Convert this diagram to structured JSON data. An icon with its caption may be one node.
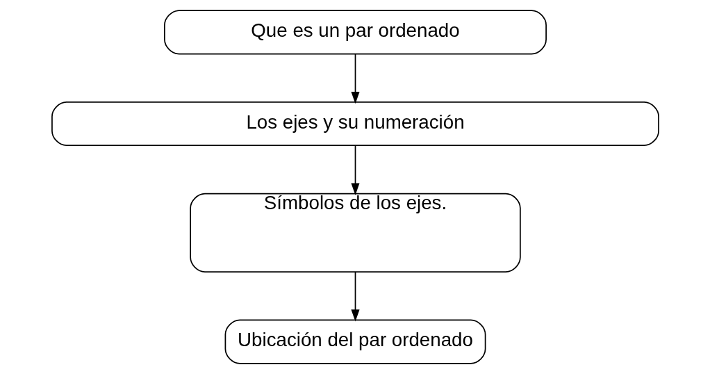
{
  "diagram": {
    "nodes": [
      {
        "text": [
          "Que es un par ordenado"
        ]
      },
      {
        "text": [
          "Los ejes y su numeración"
        ]
      },
      {
        "text": [
          "Símbolos de los ejes."
        ]
      },
      {
        "text": [
          "Ubicación del par ordenado"
        ]
      }
    ],
    "edges": [
      {
        "from": 0,
        "to": 1,
        "arrow": "to"
      },
      {
        "from": 1,
        "to": 2,
        "arrow": "to"
      },
      {
        "from": 2,
        "to": 3,
        "arrow": "to"
      }
    ]
  }
}
